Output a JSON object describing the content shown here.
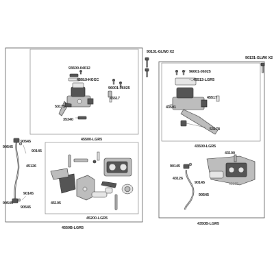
{
  "labels": {
    "p_93600": "93600-04012",
    "p_45513_kccc": "45513-KCCC",
    "p_96001_left": "96001-06025",
    "p_45517_left": "45517",
    "p_53175": "53175",
    "p_35340": "35340",
    "p_45500_lgr5": "45500-LGR5",
    "p_90131_left": "90131-GLW0 X2",
    "p_90131_right": "90131-GLW0 X2",
    "p_96001_right": "96001-06025",
    "p_45513_lgr5": "45513-LGR5",
    "p_45517_right": "45517",
    "p_43501": "43501",
    "p_53178": "53178",
    "p_43500_lgr5": "43500-LGR5",
    "p_43100": "43100",
    "p_43105": "43105",
    "p_90145_r1": "90145",
    "p_43126": "43126",
    "p_90145_r2": "90145",
    "p_90545_r": "90545",
    "p_4350b": "4350B-LGR5",
    "p_90545_l1": "90545",
    "p_90145_l1": "90145",
    "p_45126": "45126",
    "p_90145_l2": "90145",
    "p_90545_l2": "90545",
    "p_45105": "45105",
    "p_45200_lgr5": "45200-LGR5",
    "p_4550b": "4550B-LGR5"
  }
}
